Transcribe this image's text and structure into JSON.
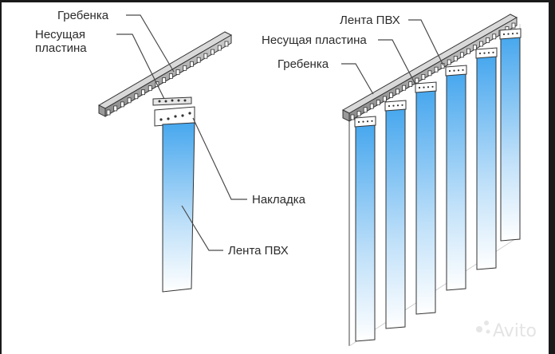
{
  "left_diagram": {
    "labels": {
      "comb": "Гребенка",
      "carrier_line1": "Несущая",
      "carrier_line2": "пластина",
      "overlay": "Накладка",
      "pvc_strip": "Лента ПВХ"
    }
  },
  "right_diagram": {
    "labels": {
      "pvc_strip": "Лента ПВХ",
      "carrier": "Несущая пластина",
      "comb": "Гребенка"
    }
  },
  "watermark": "Avito",
  "colors": {
    "strip_top": "#47a7ee",
    "strip_bottom": "#ffffff",
    "outline": "#333333",
    "rail": "#9a9a9a",
    "frame": "#1a1a1a"
  }
}
